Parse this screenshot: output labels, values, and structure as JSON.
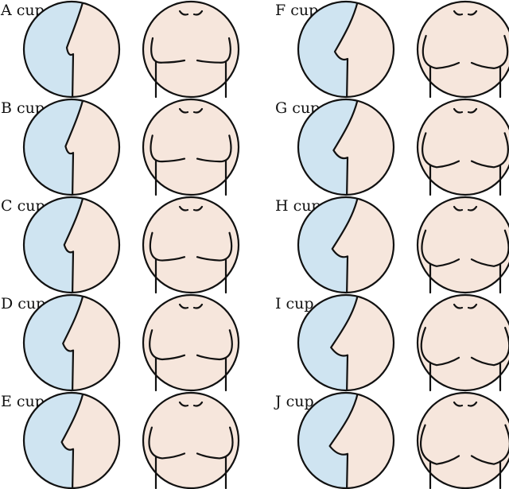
{
  "colors": {
    "profile_background": "#cfe4f1",
    "skin": "#f6e6dc",
    "outline": "#111111",
    "page_background": "#ffffff"
  },
  "cups": [
    {
      "label": "A cup",
      "projection": 0.0
    },
    {
      "label": "B cup",
      "projection": 0.1
    },
    {
      "label": "C cup",
      "projection": 0.2
    },
    {
      "label": "D cup",
      "projection": 0.3
    },
    {
      "label": "E cup",
      "projection": 0.4
    },
    {
      "label": "F cup",
      "projection": 0.5
    },
    {
      "label": "G cup",
      "projection": 0.6
    },
    {
      "label": "H cup",
      "projection": 0.7
    },
    {
      "label": "I cup",
      "projection": 0.8
    },
    {
      "label": "J cup",
      "projection": 0.9
    }
  ]
}
